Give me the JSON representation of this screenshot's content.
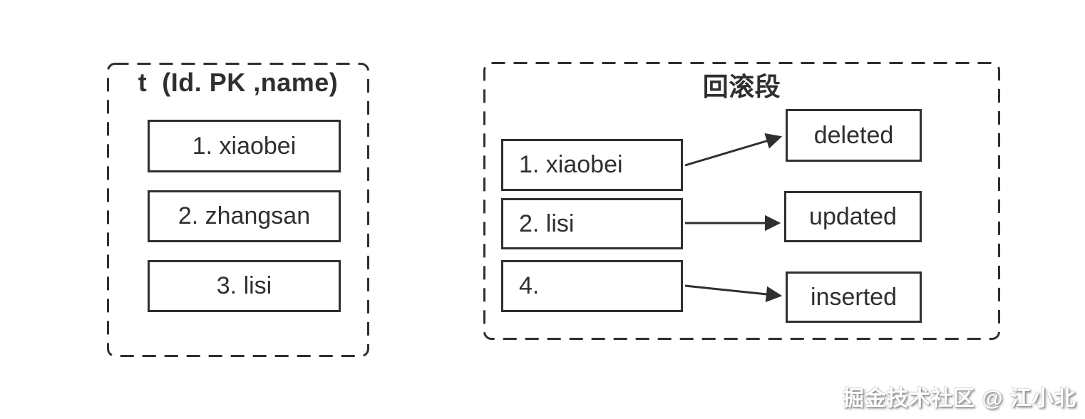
{
  "diagram": {
    "table_panel": {
      "title": "t  (Id. PK ,name)",
      "rows": [
        {
          "label": "1. xiaobei"
        },
        {
          "label": "2. zhangsan"
        },
        {
          "label": "3. lisi"
        }
      ]
    },
    "rollback_panel": {
      "title": "回滚段",
      "rows": [
        {
          "label": "1. xiaobei",
          "operation": "deleted"
        },
        {
          "label": "2. lisi",
          "operation": "updated"
        },
        {
          "label": "4.",
          "operation": "inserted"
        }
      ]
    },
    "watermark": "掘金技术社区 @ 江小北",
    "colors": {
      "line": "#2f2f2f",
      "background": "#ffffff"
    }
  }
}
